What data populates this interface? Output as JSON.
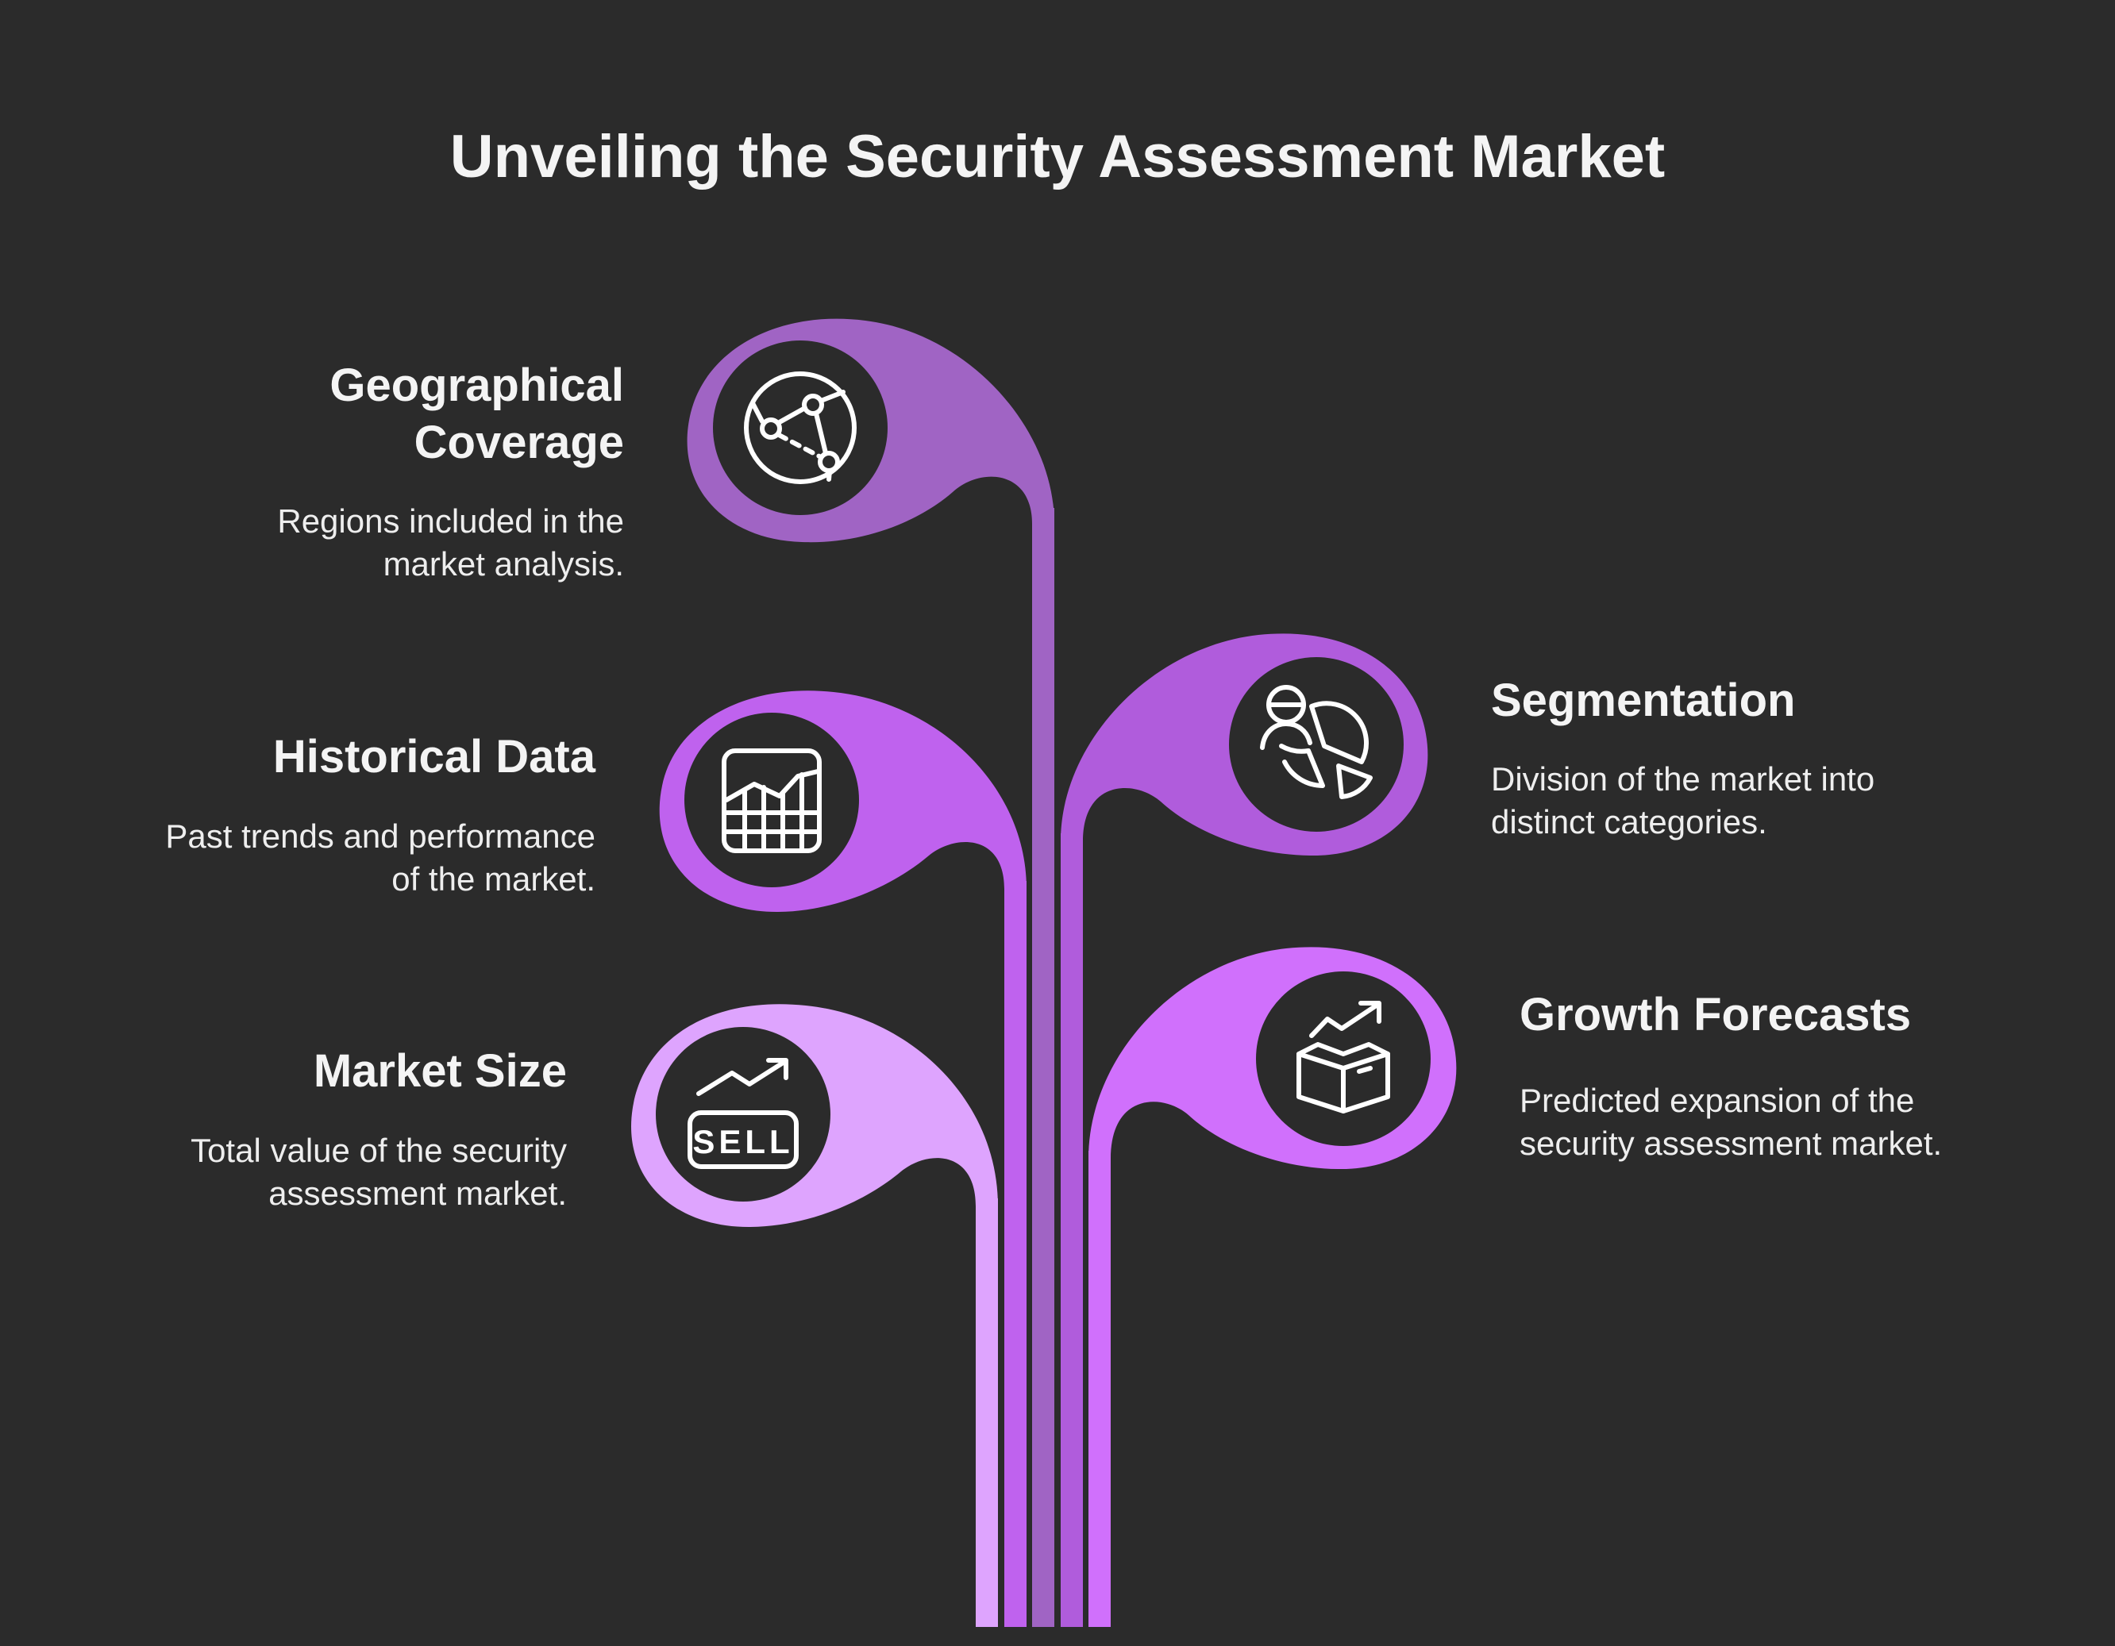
{
  "title": "Unveiling the Security Assessment Market",
  "items": [
    {
      "heading": "Geographical Coverage",
      "description": "Regions included in the market analysis.",
      "icon": "globe-network-icon",
      "color": "#a064c4"
    },
    {
      "heading": "Historical Data",
      "description": "Past trends and performance of the market.",
      "icon": "area-chart-grid-icon",
      "color": "#bf62ee"
    },
    {
      "heading": "Market Size",
      "description": "Total value of the security assessment market.",
      "icon": "sell-sign-icon",
      "color": "#dea4fe"
    },
    {
      "heading": "Segmentation",
      "description": "Division of the market into distinct categories.",
      "icon": "user-pie-chart-icon",
      "color": "#b05cdc"
    },
    {
      "heading": "Growth Forecasts",
      "description": "Predicted expansion of the security assessment market.",
      "icon": "box-growth-icon",
      "color": "#d070fc"
    }
  ],
  "colors": {
    "background": "#2b2b2b",
    "icon_disc": "#2b2b2b",
    "icon_stroke": "#ffffff"
  }
}
